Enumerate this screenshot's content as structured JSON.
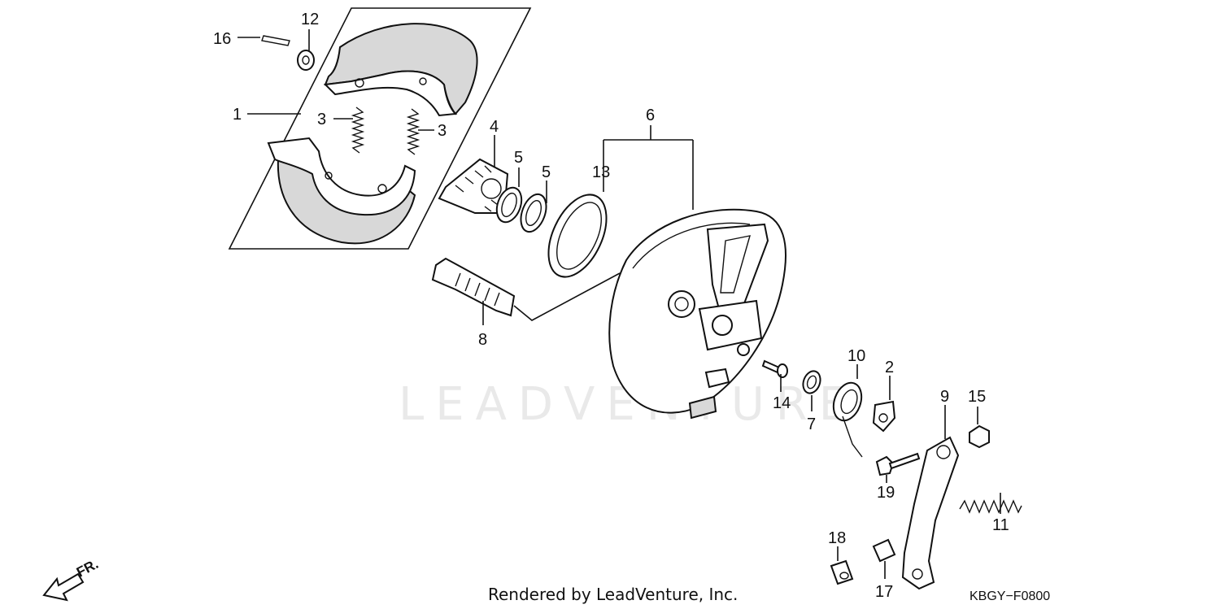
{
  "watermark": "LEADVENTURE",
  "footer": {
    "rendered_by": "Rendered by LeadVenture, Inc.",
    "diagram_code": "KBGY−F0800"
  },
  "direction_label": "FR.",
  "callouts": {
    "c1": "1",
    "c2": "2",
    "c3a": "3",
    "c3b": "3",
    "c4": "4",
    "c5a": "5",
    "c5b": "5",
    "c6": "6",
    "c7": "7",
    "c8": "8",
    "c9": "9",
    "c10": "10",
    "c11": "11",
    "c12": "12",
    "c13": "13",
    "c14": "14",
    "c15": "15",
    "c16": "16",
    "c17": "17",
    "c18": "18",
    "c19": "19"
  }
}
